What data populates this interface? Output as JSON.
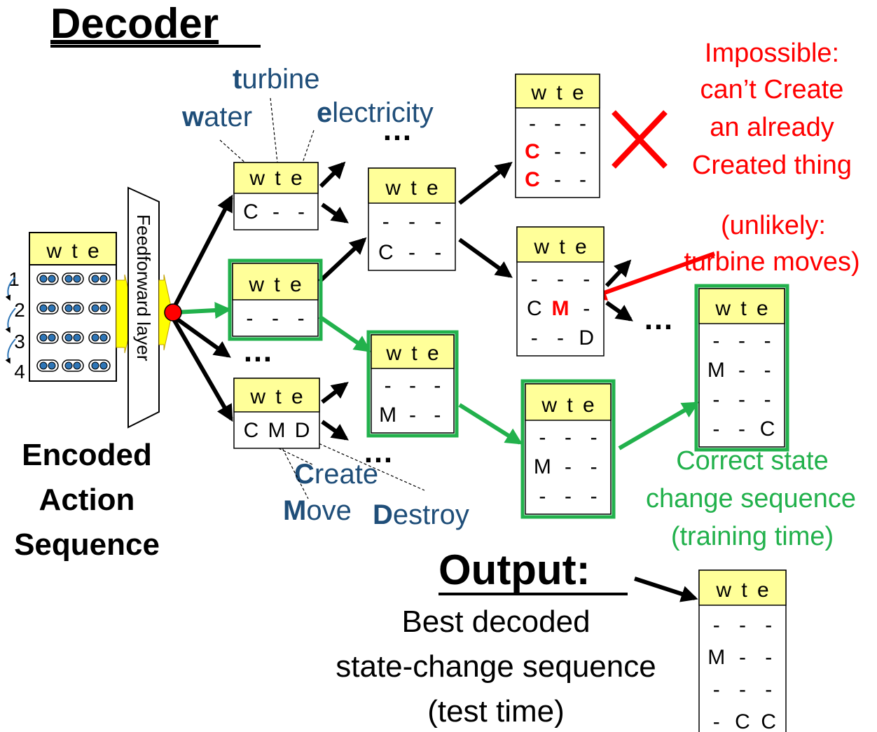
{
  "title": "Decoder",
  "output_title": "Output:",
  "output_caption": [
    "Best decoded",
    "state-change sequence",
    "(test time)"
  ],
  "encoder": {
    "label": [
      "Encoded",
      "Action",
      "Sequence"
    ],
    "header": "w t e",
    "rows": [
      "1",
      "2",
      "3",
      "4"
    ],
    "layer_label": "Feedforward layer"
  },
  "entities": {
    "water": {
      "initial": "w",
      "rest": "ater"
    },
    "turbine": {
      "initial": "t",
      "rest": "urbine"
    },
    "electricity": {
      "initial": "e",
      "rest": "lectricity"
    }
  },
  "actions": {
    "create": {
      "initial": "C",
      "rest": "reate"
    },
    "move": {
      "initial": "M",
      "rest": "ove"
    },
    "destroy": {
      "initial": "D",
      "rest": "estroy"
    }
  },
  "ellipsis": "…",
  "boxes": {
    "b1": {
      "header": "w t e",
      "rows": [
        [
          "C",
          "-",
          "-"
        ]
      ]
    },
    "b2": {
      "header": "w t e",
      "rows": [
        [
          "-",
          "-",
          "-"
        ]
      ]
    },
    "b3": {
      "header": "w t e",
      "rows": [
        [
          "C",
          "M",
          "D"
        ]
      ]
    },
    "b4": {
      "header": "w t e",
      "rows": [
        [
          "-",
          "-",
          "-"
        ],
        [
          "C",
          "-",
          "-"
        ]
      ]
    },
    "b5": {
      "header": "w t e",
      "rows": [
        [
          "-",
          "-",
          "-"
        ],
        [
          "M",
          "-",
          "-"
        ]
      ]
    },
    "b6": {
      "header": "w t e",
      "rows": [
        [
          "-",
          "-",
          "-"
        ],
        [
          "C",
          "-",
          "-"
        ],
        [
          "C",
          "-",
          "-"
        ]
      ]
    },
    "b7": {
      "header": "w t e",
      "rows": [
        [
          "-",
          "-",
          "-"
        ],
        [
          "C",
          "M",
          "-"
        ],
        [
          "-",
          "-",
          "D"
        ]
      ]
    },
    "b8": {
      "header": "w t e",
      "rows": [
        [
          "-",
          "-",
          "-"
        ],
        [
          "M",
          "-",
          "-"
        ],
        [
          "-",
          "-",
          "-"
        ]
      ]
    },
    "b9": {
      "header": "w t e",
      "rows": [
        [
          "-",
          "-",
          "-"
        ],
        [
          "M",
          "-",
          "-"
        ],
        [
          "-",
          "-",
          "-"
        ],
        [
          "-",
          "-",
          "C"
        ]
      ]
    },
    "b10": {
      "header": "w t e",
      "rows": [
        [
          "-",
          "-",
          "-"
        ],
        [
          "M",
          "-",
          "-"
        ],
        [
          "-",
          "-",
          "-"
        ],
        [
          "-",
          "C",
          "C"
        ]
      ]
    }
  },
  "notes": {
    "impossible": [
      "Impossible:",
      "can’t Create",
      "an already",
      "Created thing"
    ],
    "unlikely": [
      "(unlikely:",
      "turbine moves)"
    ],
    "correct": [
      "Correct state",
      "change sequence",
      "(training time)"
    ]
  },
  "colors": {
    "header_fill": "#ffff99",
    "green": "#22b14c",
    "red": "#ff0000",
    "blue": "#1f4e79",
    "node": "#ff0000",
    "arrow_yellow": "#ffff00",
    "slot_blue": "#2e75b6"
  }
}
